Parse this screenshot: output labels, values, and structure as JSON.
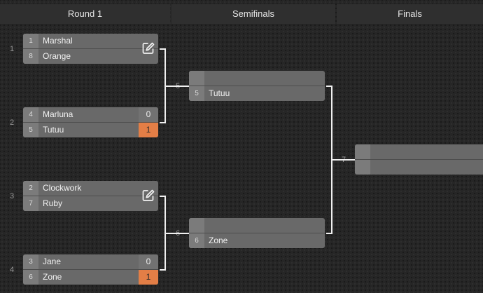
{
  "rounds": [
    "Round 1",
    "Semifinals",
    "Finals"
  ],
  "matches": {
    "m1": {
      "number": "1",
      "teams": [
        {
          "seed": "1",
          "name": "Marshal"
        },
        {
          "seed": "8",
          "name": "Orange"
        }
      ]
    },
    "m2": {
      "number": "2",
      "teams": [
        {
          "seed": "4",
          "name": "Marluna",
          "score": "0"
        },
        {
          "seed": "5",
          "name": "Tutuu",
          "score": "1"
        }
      ]
    },
    "m3": {
      "number": "3",
      "teams": [
        {
          "seed": "2",
          "name": "Clockwork"
        },
        {
          "seed": "7",
          "name": "Ruby"
        }
      ]
    },
    "m4": {
      "number": "4",
      "teams": [
        {
          "seed": "3",
          "name": "Jane",
          "score": "0"
        },
        {
          "seed": "6",
          "name": "Zone",
          "score": "1"
        }
      ]
    },
    "m5": {
      "number": "5",
      "teams": [
        {
          "seed": "",
          "name": ""
        },
        {
          "seed": "5",
          "name": "Tutuu"
        }
      ]
    },
    "m6": {
      "number": "6",
      "teams": [
        {
          "seed": "",
          "name": ""
        },
        {
          "seed": "6",
          "name": "Zone"
        }
      ]
    },
    "m7": {
      "number": "7",
      "teams": [
        {
          "seed": "",
          "name": ""
        },
        {
          "seed": "",
          "name": ""
        }
      ]
    }
  },
  "colors": {
    "winner_score": "#e37e46",
    "connector": "#f0f0f0"
  },
  "icons": {
    "edit": "edit-icon"
  }
}
